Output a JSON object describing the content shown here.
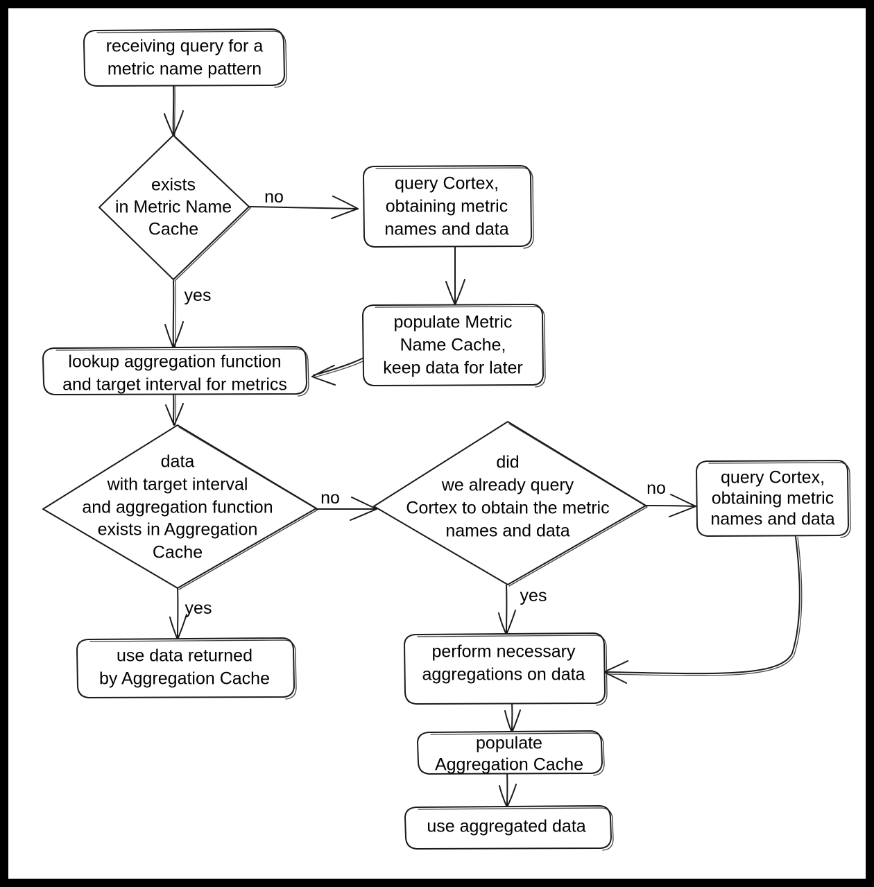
{
  "diagram": {
    "title": "metric query caching flowchart",
    "style": "hand-drawn",
    "background": "#ffffff",
    "border_color": "#000000",
    "stroke_color": "#1a1a1a",
    "nodes": [
      {
        "id": "n1",
        "shape": "rounded-rect",
        "lines": [
          "receiving query for a",
          "metric name pattern"
        ]
      },
      {
        "id": "n2",
        "shape": "diamond",
        "lines": [
          "exists",
          "in Metric Name",
          "Cache"
        ]
      },
      {
        "id": "n3",
        "shape": "rounded-rect",
        "lines": [
          "query Cortex,",
          "obtaining metric",
          "names and data"
        ]
      },
      {
        "id": "n4",
        "shape": "rounded-rect",
        "lines": [
          "populate Metric",
          "Name Cache,",
          "keep data for later"
        ]
      },
      {
        "id": "n5",
        "shape": "rounded-rect",
        "lines": [
          "lookup aggregation function",
          "and target interval for metrics"
        ]
      },
      {
        "id": "n6",
        "shape": "diamond",
        "lines": [
          "data",
          "with target interval",
          "and aggregation function",
          "exists in Aggregation",
          "Cache"
        ]
      },
      {
        "id": "n7",
        "shape": "diamond",
        "lines": [
          "did",
          "we already query",
          "Cortex to obtain the metric",
          "names and data"
        ]
      },
      {
        "id": "n8",
        "shape": "rounded-rect",
        "lines": [
          "query Cortex,",
          "obtaining metric",
          "names and data"
        ]
      },
      {
        "id": "n9",
        "shape": "rounded-rect",
        "lines": [
          "use data returned",
          "by Aggregation Cache"
        ]
      },
      {
        "id": "n10",
        "shape": "rounded-rect",
        "lines": [
          "perform necessary",
          "aggregations on data"
        ]
      },
      {
        "id": "n11",
        "shape": "rounded-rect",
        "lines": [
          "populate",
          "Aggregation Cache"
        ]
      },
      {
        "id": "n12",
        "shape": "rounded-rect",
        "lines": [
          "use aggregated data"
        ]
      }
    ],
    "edge_labels": {
      "e_n2_no": "no",
      "e_n2_yes": "yes",
      "e_n6_no": "no",
      "e_n6_yes": "yes",
      "e_n7_no": "no",
      "e_n7_yes": "yes"
    }
  }
}
